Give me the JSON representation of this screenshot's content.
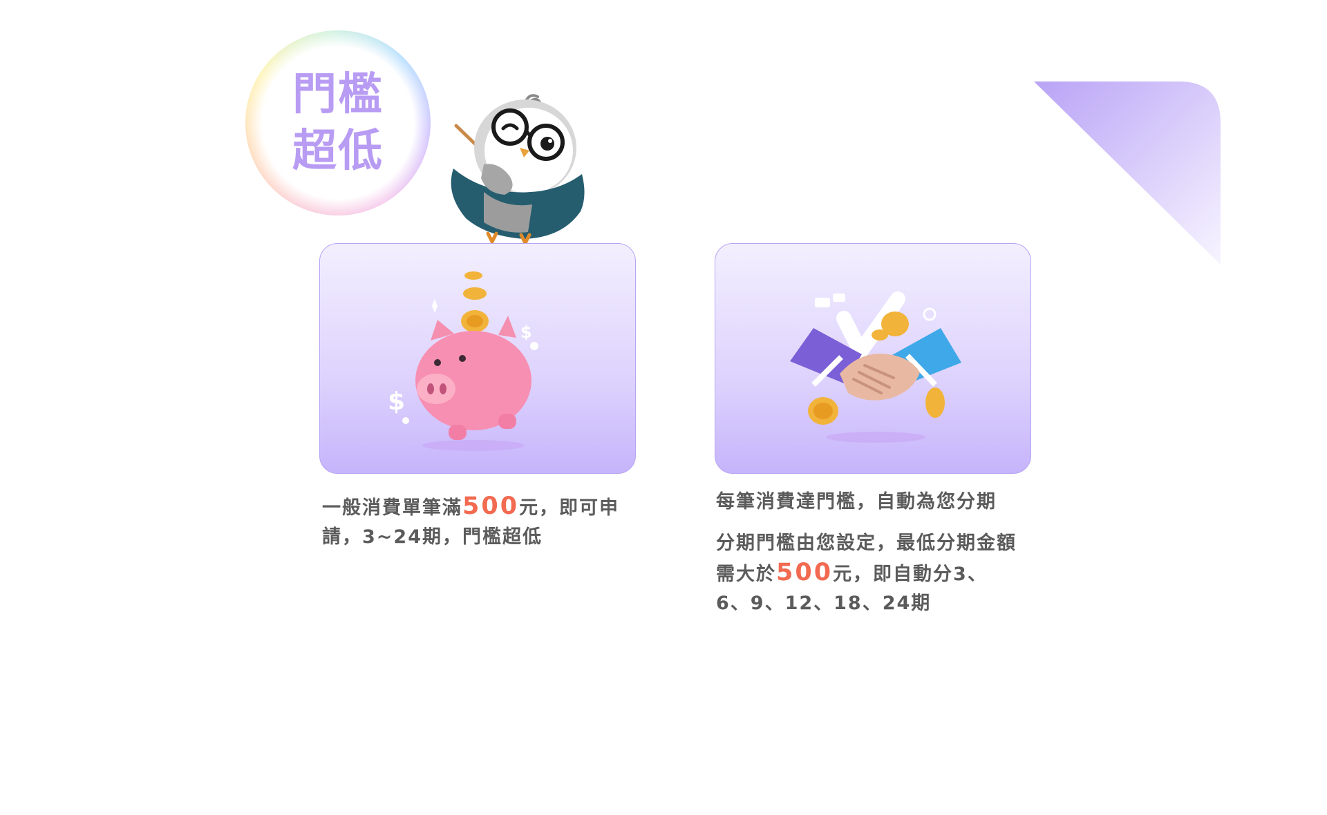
{
  "badge": {
    "line1": "門檻",
    "line2": "超低"
  },
  "cards": [
    {
      "icon": "piggy-bank-coins-illustration",
      "desc_pre": "一般消費單筆滿",
      "desc_highlight": "500",
      "desc_post": "元，即可申請，3~24期，門檻超低"
    },
    {
      "icon": "handshake-coins-illustration",
      "desc1": "每筆消費達門檻，自動為您分期",
      "desc2_pre": "分期門檻由您設定，最低分期金額需大於",
      "desc2_highlight": "500",
      "desc2_post": "元，即自動分3、6、9、12、18、24期"
    }
  ],
  "colors": {
    "accent_purple": "#b89cf3",
    "card_border": "#b7a4f5",
    "highlight": "#f26a50",
    "body_text": "#5b5b5b"
  }
}
